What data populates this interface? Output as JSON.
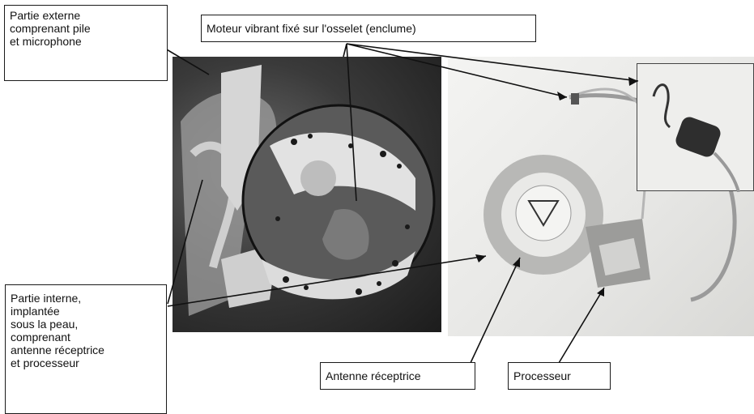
{
  "labels": {
    "external": "Partie externe\ncomprenant pile\net microphone",
    "motor": "Moteur vibrant fixé sur l'osselet (enclume)",
    "internal": "Partie interne,\nimplantée\nsous la peau,\ncomprenant\nantenne réceptrice\net processeur",
    "antenna": "Antenne réceptrice",
    "processor": "Processeur"
  },
  "colors": {
    "line": "#111111",
    "box_border": "#1a1a1a",
    "bone_light": "#d8d8d8",
    "tissue_dark": "#2a2a2a"
  }
}
